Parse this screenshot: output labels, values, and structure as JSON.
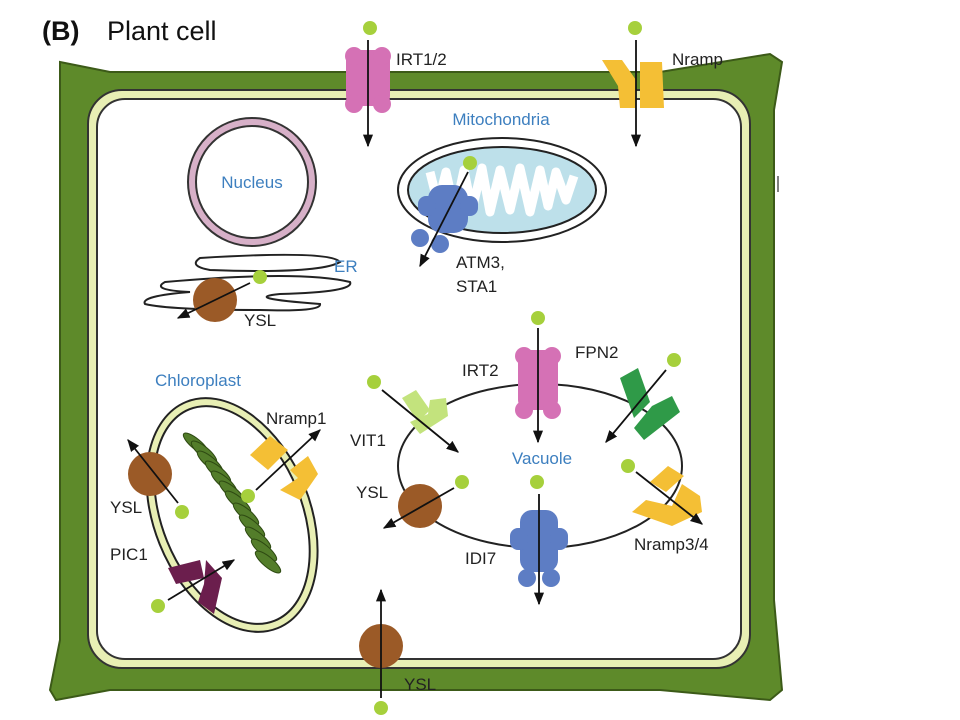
{
  "figure": {
    "panel_label": "(B)",
    "title": "Plant cell"
  },
  "organelles": {
    "nucleus": "Nucleus",
    "er": "ER",
    "mitochondria": "Mitochondria",
    "chloroplast": "Chloroplast",
    "vacuole": "Vacuole"
  },
  "transporters": {
    "irt12": "IRT1/2",
    "nramp": "Nramp",
    "atm3": "ATM3,",
    "sta1": "STA1",
    "ysl_er": "YSL",
    "irt2": "IRT2",
    "fpn2": "FPN2",
    "vit1": "VIT1",
    "ysl_vac": "YSL",
    "nramp34": "Nramp3/4",
    "idi7": "IDI7",
    "nramp1": "Nramp1",
    "ysl_chl": "YSL",
    "pic1": "PIC1",
    "ysl_pm": "YSL"
  },
  "colors": {
    "cell_wall": "#5e8a2a",
    "wall_outline": "#3c5a18",
    "membrane_fill": "#e8efb4",
    "organelle_label": "#3d7fbf",
    "iron": "#a6d03c",
    "irt": "#d571b5",
    "nramp": "#f4bf35",
    "atm3": "#5d7dc4",
    "ysl": "#9b5a27",
    "fpn2": "#2f9a48",
    "vit1": "#c3e37d",
    "pic1": "#6b1e4d",
    "idi7": "#5d7dc4",
    "nucleus": "#d7b0c8",
    "mito_matrix": "#bde0ea",
    "thylakoid": "#537d2a"
  }
}
